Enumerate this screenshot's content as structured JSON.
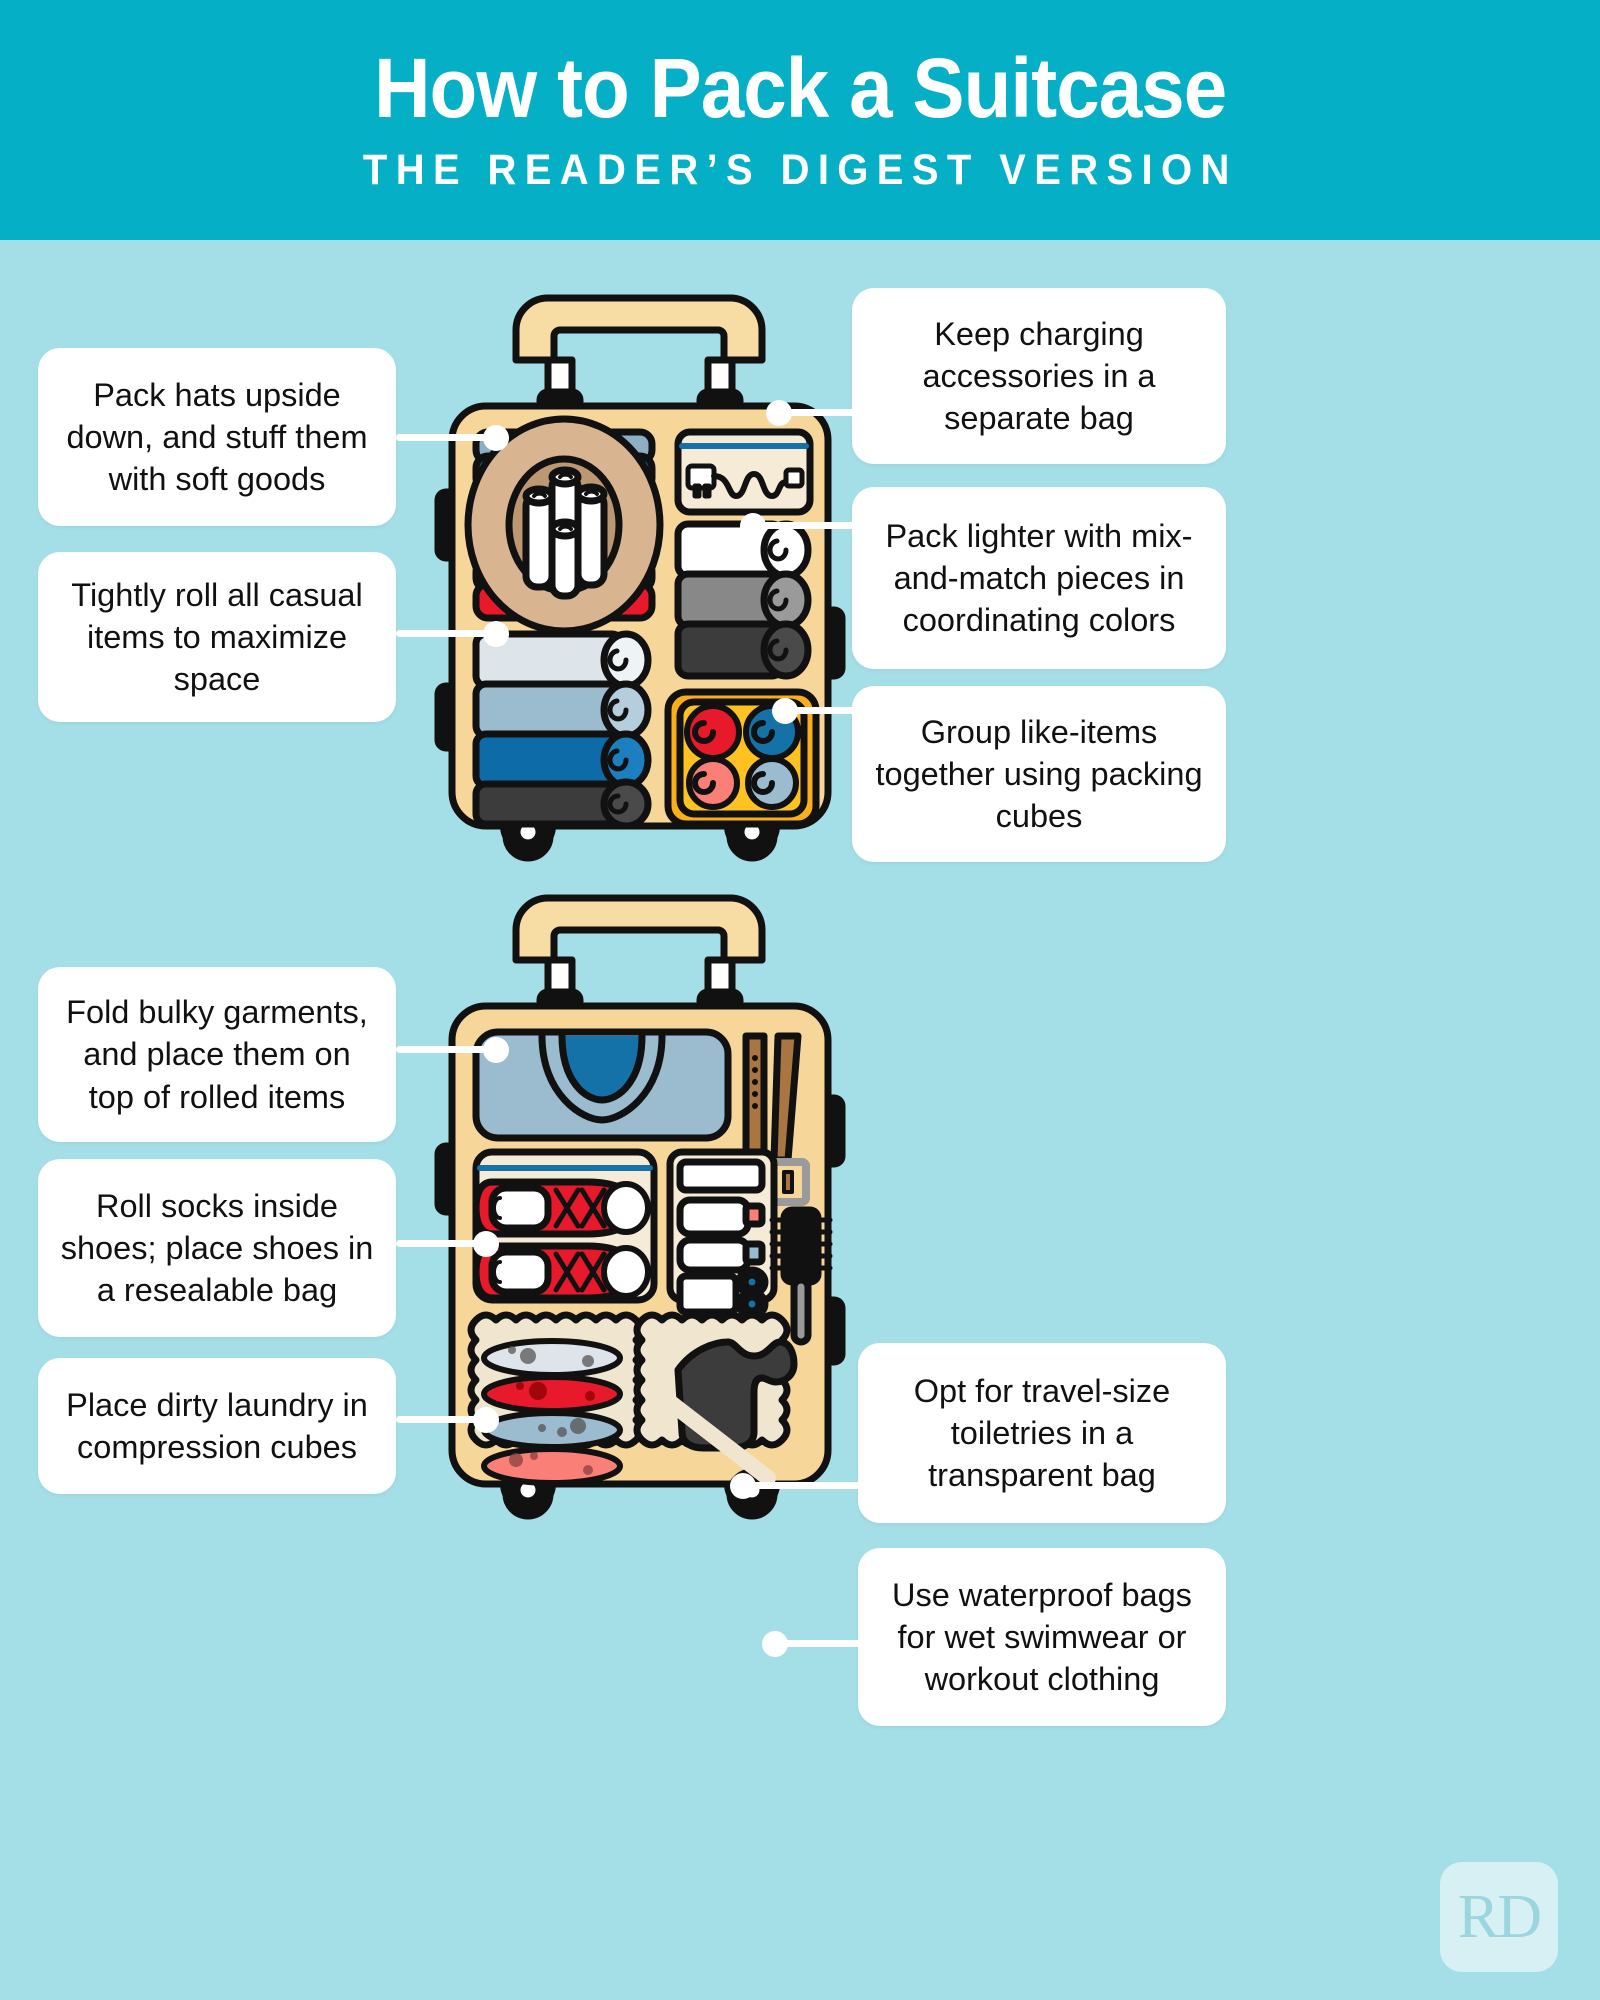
{
  "header": {
    "title": "How to Pack a Suitcase",
    "subtitle": "THE READER’S DIGEST VERSION",
    "bg_color": "#05AFC5",
    "text_color": "#FFFFFF"
  },
  "page": {
    "background_color": "#A4DEE6",
    "callout_bg_color": "#FFFFFF",
    "callout_text_color": "#111111"
  },
  "logo": {
    "text": "RD",
    "tile_color": "#D7F0F3",
    "letter_color": "#9AD6DE"
  },
  "tips": [
    {
      "id": "pack-hats",
      "text": "Pack hats upside down, and stuff them with soft goods",
      "side": "left",
      "suitcase": "top"
    },
    {
      "id": "tightly-roll",
      "text": "Tightly roll all casual items to maximize space",
      "side": "left",
      "suitcase": "top"
    },
    {
      "id": "charging",
      "text": "Keep charging accessories in a separate bag",
      "side": "right",
      "suitcase": "top"
    },
    {
      "id": "pack-lighter",
      "text": "Pack lighter with mix-and-match pieces in coordinating colors",
      "side": "right",
      "suitcase": "top"
    },
    {
      "id": "group-like-items",
      "text": "Group like-items together using packing cubes",
      "side": "right",
      "suitcase": "top"
    },
    {
      "id": "fold-bulky",
      "text": "Fold bulky garments, and place them on top of rolled items",
      "side": "left",
      "suitcase": "bottom"
    },
    {
      "id": "roll-socks",
      "text": "Roll socks inside shoes; place shoes in a resealable bag",
      "side": "left",
      "suitcase": "bottom"
    },
    {
      "id": "dirty-laundry",
      "text": "Place dirty laundry in compression cubes",
      "side": "left",
      "suitcase": "bottom"
    },
    {
      "id": "toiletries",
      "text": "Opt for travel-size toiletries in a transparent bag",
      "side": "right",
      "suitcase": "bottom"
    },
    {
      "id": "waterproof",
      "text": "Use waterproof bags for wet swimwear or workout clothing",
      "side": "right",
      "suitcase": "bottom"
    }
  ],
  "illustration": {
    "suitcase_body_color": "#F7D799",
    "suitcase_outline_color": "#111111",
    "handle_color": "#F7DCA4",
    "top_suitcase_items": [
      "hat stuffed with rolled soft goods",
      "stacked folded shirts in blue, light blue, pink and red",
      "clear zip bag with charger plug and cable",
      "rolled towels in white, grey and dark grey",
      "stack of rolled casual items in white, light blue, blue and charcoal",
      "orange packing cube with six rolled garments in red, blue, pink, light blue, grey and white"
    ],
    "bottom_suitcase_items": [
      "folded blue sweater on top",
      "brown belts",
      "resealable bag with two red sneakers holding rolled socks",
      "travel-size toiletry bottles and contact lens case",
      "round hair brush",
      "compression cube with dirty laundry in grey, red, blue and pink",
      "waterproof bag with black wet swimsuit"
    ]
  }
}
